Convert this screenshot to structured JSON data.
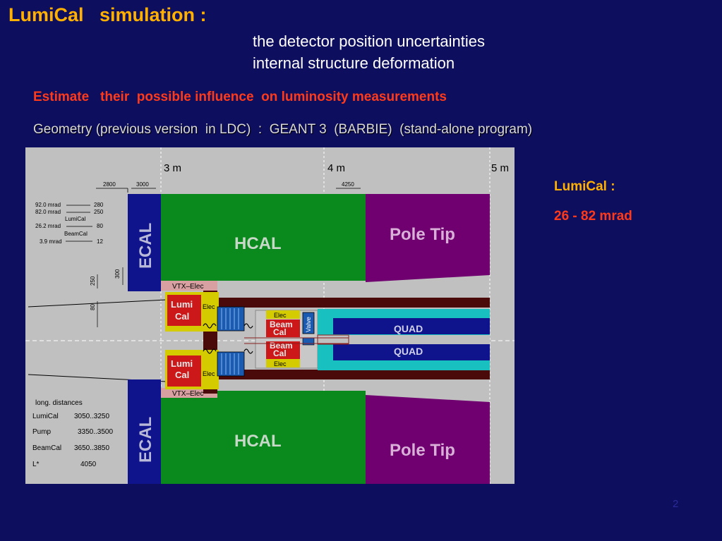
{
  "slide": {
    "title": "LumiCal   simulation :",
    "subtitle_lines": [
      "the detector position uncertainties",
      "internal structure deformation"
    ],
    "estimate_line": "Estimate   their  possible influence  on luminosity measurements",
    "geometry_line": "Geometry (previous version  in LDC)  :  GEANT 3  (BARBIE)  (stand-alone program)",
    "side_title": "LumiCal :",
    "side_value": "26 - 82 mrad",
    "page_number": "2"
  },
  "figure": {
    "colors": {
      "background": "#c0c0c0",
      "ecal": "#10148c",
      "hcal": "#0a8a1c",
      "pole_tip": "#700070",
      "lumical": "#cc1818",
      "elec_box": "#d4cc00",
      "vtx": "#d8a0a0",
      "beampipe": "#4a0a0a",
      "quad": "#10148c",
      "quad_outer": "#18c0c0"
    },
    "distance_labels": [
      "3 m",
      "4 m",
      "5 m"
    ],
    "dim_labels": [
      "2800",
      "3000",
      "4250",
      "300",
      "250",
      "80"
    ],
    "angle_table": [
      {
        "angle": "92.0 mrad",
        "value": "280"
      },
      {
        "angle": "82.0 mrad",
        "value": "250"
      },
      {
        "angle": "LumiCal",
        "value": ""
      },
      {
        "angle": "26.2 mrad",
        "value": "80"
      },
      {
        "angle": "BeamCal",
        "value": ""
      },
      {
        "angle": "3.9 mrad",
        "value": "12"
      }
    ],
    "labels": {
      "ecal": "ECAL",
      "hcal": "HCAL",
      "pole_tip": "Pole Tip",
      "vtx_elec": "VTX–Elec",
      "lumi": "Lumi",
      "cal": "Cal",
      "elec": "Elec",
      "beam": "Beam",
      "valve": "Valve",
      "quad": "QUAD"
    },
    "long_distances": {
      "heading": "long. distances",
      "rows": [
        {
          "name": "LumiCal",
          "range": "3050..3250"
        },
        {
          "name": "Pump",
          "range": "3350..3500"
        },
        {
          "name": "BeamCal",
          "range": "3650..3850"
        },
        {
          "name": "L*",
          "range": "4050"
        }
      ]
    }
  }
}
